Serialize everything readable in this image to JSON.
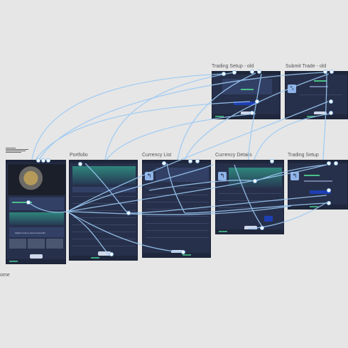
{
  "frames": {
    "home": {
      "label": "ome"
    },
    "portfolio": {
      "label": "Portfolio"
    },
    "currency_list": {
      "label": "Currency List"
    },
    "currency_details": {
      "label": "Currency Details"
    },
    "trading_setup": {
      "label": "Trading Setup"
    },
    "trading_setup_old": {
      "label": "Trading Setup - old"
    },
    "submit_trade_old": {
      "label": "Submit Trade - old"
    }
  },
  "home": {
    "promo_heading": "digital currency account benefits"
  },
  "colors": {
    "canvas_background": "#e6e6e6",
    "screen_background": "#27304a",
    "link_line": "#9ccaf4",
    "accent_green": "#3fa47a",
    "button_blue": "#1d3fb3"
  },
  "icons": {
    "back": "back-arrow-icon",
    "link_node": "link-node-icon"
  }
}
